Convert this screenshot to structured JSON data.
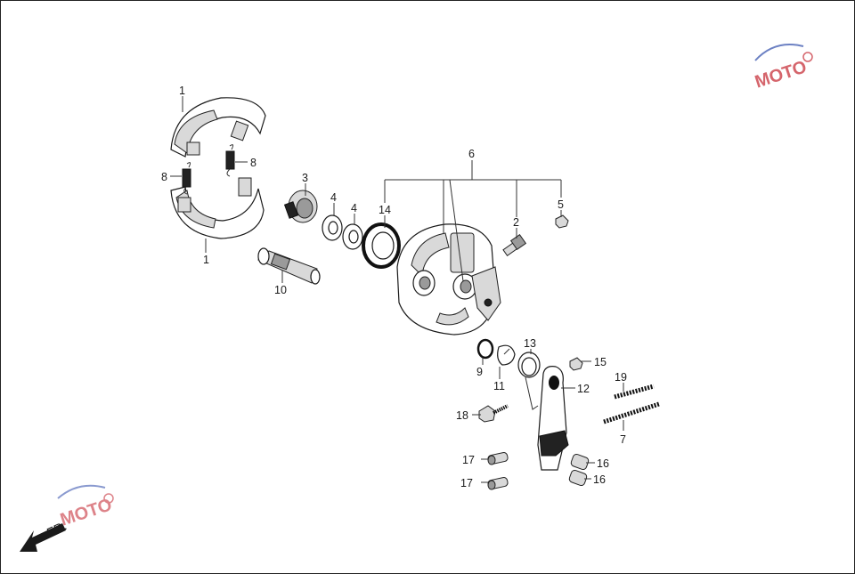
{
  "callouts": [
    {
      "id": "1a",
      "text": "1"
    },
    {
      "id": "1b",
      "text": "1"
    },
    {
      "id": "8a",
      "text": "8"
    },
    {
      "id": "8b",
      "text": "8"
    },
    {
      "id": "3",
      "text": "3"
    },
    {
      "id": "4a",
      "text": "4"
    },
    {
      "id": "4b",
      "text": "4"
    },
    {
      "id": "14",
      "text": "14"
    },
    {
      "id": "6",
      "text": "6"
    },
    {
      "id": "2",
      "text": "2"
    },
    {
      "id": "5",
      "text": "5"
    },
    {
      "id": "10",
      "text": "10"
    },
    {
      "id": "9",
      "text": "9"
    },
    {
      "id": "11",
      "text": "11"
    },
    {
      "id": "13",
      "text": "13"
    },
    {
      "id": "15",
      "text": "15"
    },
    {
      "id": "12",
      "text": "12"
    },
    {
      "id": "19",
      "text": "19"
    },
    {
      "id": "7",
      "text": "7"
    },
    {
      "id": "18",
      "text": "18"
    },
    {
      "id": "17a",
      "text": "17"
    },
    {
      "id": "17b",
      "text": "17"
    },
    {
      "id": "16a",
      "text": "16"
    },
    {
      "id": "16b",
      "text": "16"
    }
  ],
  "direction_label": "FR.",
  "watermark_text": "MOTO",
  "colors": {
    "ink": "#1a1a1a",
    "watermark_red": "#c8323c",
    "watermark_blue": "#3b57b0"
  }
}
